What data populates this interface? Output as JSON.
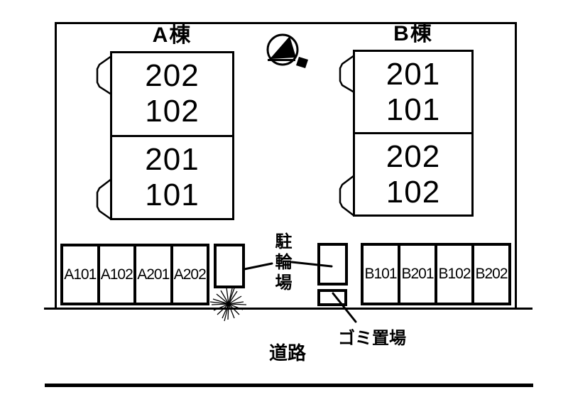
{
  "site": {
    "background": "#ffffff",
    "line_color": "#000000"
  },
  "buildings": [
    {
      "name": "A棟",
      "top_unit": [
        "202",
        "102"
      ],
      "bottom_unit": [
        "201",
        "101"
      ]
    },
    {
      "name": "B棟",
      "top_unit": [
        "201",
        "101"
      ],
      "bottom_unit": [
        "202",
        "102"
      ]
    }
  ],
  "parking": {
    "left": [
      "A101",
      "A102",
      "A201",
      "A202"
    ],
    "right": [
      "B101",
      "B201",
      "B102",
      "B202"
    ]
  },
  "labels": {
    "bicycle_area": "駐輪場",
    "garbage_area": "ゴミ置場",
    "road": "道路"
  },
  "icons": {
    "north_arrow": "north-arrow-icon",
    "plant": "shrub-icon"
  }
}
